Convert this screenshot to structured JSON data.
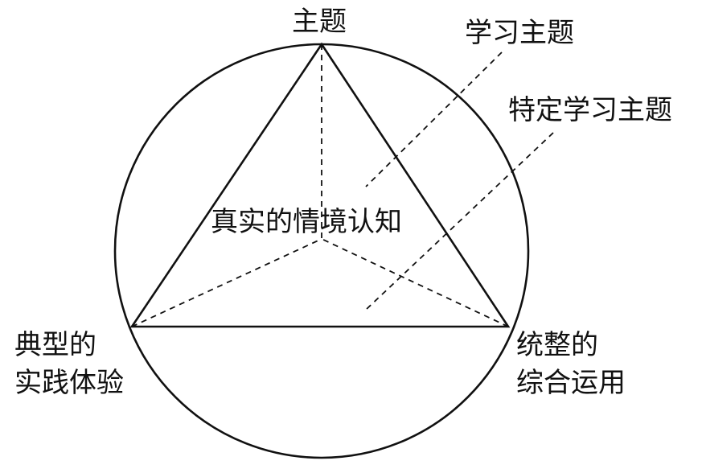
{
  "labels": {
    "top": "主题",
    "learning_topic": "学习主题",
    "specific_learning_topic": "特定学习主题",
    "center": "真实的情境认知",
    "left_line1": "典型的",
    "left_line2": "实践体验",
    "right_line1": "统整的",
    "right_line2": "综合运用"
  }
}
